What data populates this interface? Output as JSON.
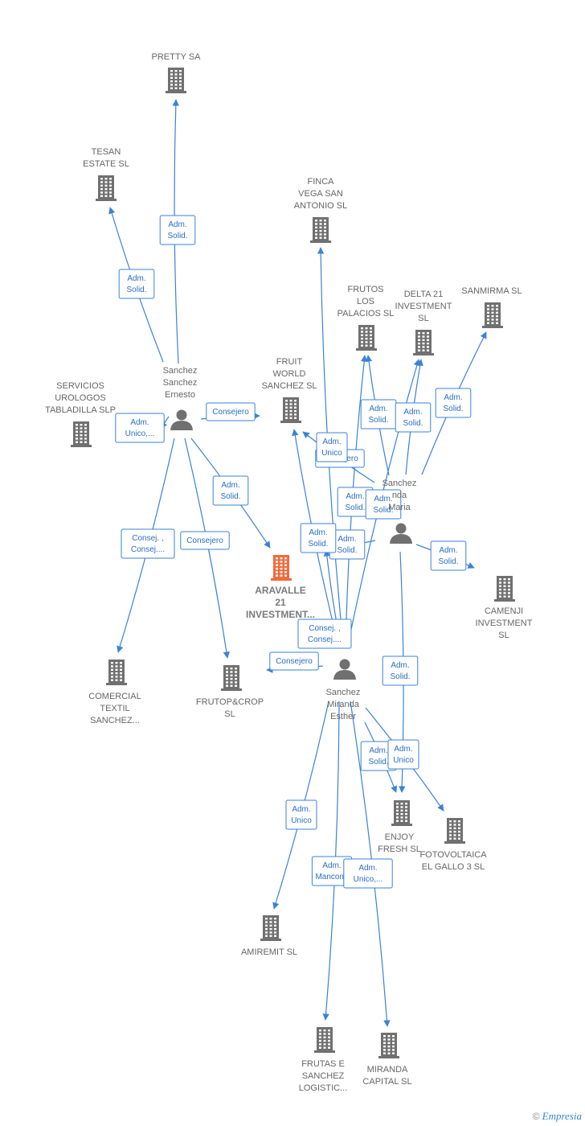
{
  "colors": {
    "edge": "#3b82d6",
    "icon": "#707070",
    "focus": "#f26a3c",
    "label": "#666666"
  },
  "nodes": [
    {
      "id": "pretty",
      "kind": "company",
      "lines": [
        "PRETTY SA"
      ]
    },
    {
      "id": "tesan",
      "kind": "company",
      "lines": [
        "TESAN",
        "ESTATE SL"
      ]
    },
    {
      "id": "finca",
      "kind": "company",
      "lines": [
        "FINCA",
        "VEGA SAN",
        "ANTONIO  SL"
      ]
    },
    {
      "id": "frutos_palacios",
      "kind": "company",
      "lines": [
        "FRUTOS",
        "LOS",
        "PALACIOS SL"
      ]
    },
    {
      "id": "delta21",
      "kind": "company",
      "lines": [
        "DELTA 21",
        "INVESTMENT",
        "SL"
      ]
    },
    {
      "id": "sanmirma",
      "kind": "company",
      "lines": [
        "SANMIRMA  SL"
      ]
    },
    {
      "id": "servicios",
      "kind": "company",
      "lines": [
        "SERVICIOS",
        "UROLOGOS",
        "TABLADILLA SLP"
      ]
    },
    {
      "id": "fruitworld",
      "kind": "company",
      "lines": [
        "FRUIT",
        "WORLD",
        "SANCHEZ  SL"
      ]
    },
    {
      "id": "ernesto",
      "kind": "person",
      "lines": [
        "Sanchez",
        "Sanchez",
        "Ernesto"
      ]
    },
    {
      "id": "maria",
      "kind": "person",
      "lines": [
        "Sanchez",
        "nda",
        "Maria"
      ]
    },
    {
      "id": "aravalle",
      "kind": "focus",
      "lines": [
        "ARAVALLE",
        "21",
        "INVESTMENT..."
      ]
    },
    {
      "id": "camenji",
      "kind": "company",
      "lines": [
        "CAMENJI",
        "INVESTMENT",
        "SL"
      ]
    },
    {
      "id": "comercial",
      "kind": "company",
      "lines": [
        "COMERCIAL",
        "TEXTIL",
        "SANCHEZ..."
      ]
    },
    {
      "id": "frutop",
      "kind": "company",
      "lines": [
        "FRUTOP&CROP",
        "SL"
      ]
    },
    {
      "id": "esther",
      "kind": "person",
      "lines": [
        "Sanchez",
        "Miranda",
        "Esther"
      ]
    },
    {
      "id": "enjoy",
      "kind": "company",
      "lines": [
        "ENJOY",
        "FRESH SL"
      ]
    },
    {
      "id": "fotovoltaica",
      "kind": "company",
      "lines": [
        "FOTOVOLTAICA",
        "EL GALLO 3 SL"
      ]
    },
    {
      "id": "amiremit",
      "kind": "company",
      "lines": [
        "AMIREMIT SL"
      ]
    },
    {
      "id": "frutas_logistic",
      "kind": "company",
      "lines": [
        "FRUTAS E",
        "SANCHEZ",
        "LOGISTIC..."
      ]
    },
    {
      "id": "miranda_capital",
      "kind": "company",
      "lines": [
        "MIRANDA",
        "CAPITAL  SL"
      ]
    }
  ],
  "edges": [
    {
      "from": "ernesto",
      "to": "pretty",
      "label": [
        "Adm.",
        "Solid."
      ]
    },
    {
      "from": "ernesto",
      "to": "tesan",
      "label": [
        "Adm.",
        "Solid."
      ]
    },
    {
      "from": "ernesto",
      "to": "servicios",
      "label": [
        "Adm.",
        "Unico,..."
      ]
    },
    {
      "from": "ernesto",
      "to": "fruitworld",
      "label": [
        "Consejero"
      ]
    },
    {
      "from": "ernesto",
      "to": "aravalle",
      "label": [
        "Adm.",
        "Solid."
      ]
    },
    {
      "from": "ernesto",
      "to": "comercial",
      "label": [
        "Consej. ,",
        "Consej...."
      ]
    },
    {
      "from": "ernesto",
      "to": "frutop",
      "label": [
        "Consejero"
      ]
    },
    {
      "from": "maria",
      "to": "frutos_palacios",
      "label": [
        "Adm.",
        "Solid."
      ]
    },
    {
      "from": "maria",
      "to": "delta21",
      "label": [
        "Adm.",
        "Solid."
      ]
    },
    {
      "from": "maria",
      "to": "sanmirma",
      "label": [
        "Adm.",
        "Solid."
      ]
    },
    {
      "from": "maria",
      "to": "fruitworld",
      "label": [
        "Consejero"
      ]
    },
    {
      "from": "maria",
      "to": "aravalle",
      "label": [
        "Adm.",
        "Solid."
      ]
    },
    {
      "from": "maria",
      "to": "camenji",
      "label": [
        "Adm.",
        "Solid."
      ]
    },
    {
      "from": "maria",
      "to": "enjoy",
      "label": [
        "Adm.",
        "Solid."
      ]
    },
    {
      "from": "esther",
      "to": "finca",
      "label": [
        "Adm.",
        "Unico"
      ]
    },
    {
      "from": "esther",
      "to": "frutos_palacios",
      "label": [
        "Adm.",
        "Solid."
      ]
    },
    {
      "from": "esther",
      "to": "delta21",
      "label": [
        "Adm.",
        "Solid."
      ]
    },
    {
      "from": "esther",
      "to": "fruitworld",
      "label": [
        "Adm.",
        "Solid."
      ]
    },
    {
      "from": "esther",
      "to": "aravalle",
      "label": [
        "Consej. ,",
        "Consej...."
      ]
    },
    {
      "from": "esther",
      "to": "frutop",
      "label": [
        "Consejero"
      ]
    },
    {
      "from": "esther",
      "to": "enjoy",
      "label": [
        "Adm.",
        "Solid."
      ]
    },
    {
      "from": "esther",
      "to": "fotovoltaica",
      "label": [
        "Adm.",
        "Unico"
      ]
    },
    {
      "from": "esther",
      "to": "amiremit",
      "label": [
        "Adm.",
        "Unico"
      ]
    },
    {
      "from": "esther",
      "to": "frutas_logistic",
      "label": [
        "Adm.",
        "Mancom."
      ]
    },
    {
      "from": "esther",
      "to": "miranda_capital",
      "label": [
        "Adm.",
        "Unico,..."
      ]
    }
  ],
  "footer": {
    "copyright": "©",
    "brand": "Empresia"
  }
}
